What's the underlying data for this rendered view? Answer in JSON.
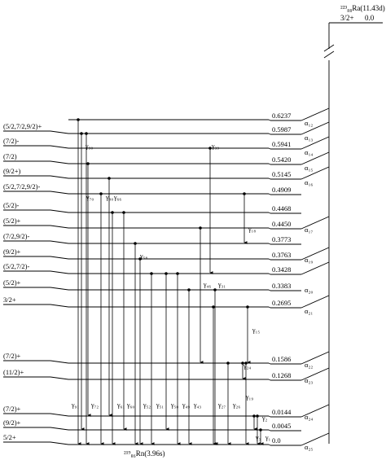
{
  "parent": {
    "nucleus": "²²³₈₈Ra(11.43d)",
    "spin": "3/2+",
    "energy": "0.0"
  },
  "daughter": {
    "nucleus": "²¹⁹₈₆Rn(3.96s)"
  },
  "levels": [
    {
      "spin": "",
      "energy": "0.6237",
      "alpha": "α₁₂"
    },
    {
      "spin": "(5/2,7/2,9/2)+",
      "energy": "0.5987",
      "alpha": "α₁₃"
    },
    {
      "spin": "(7/2)-",
      "energy": "0.5941",
      "alpha": "α₁₄"
    },
    {
      "spin": "(7/2)",
      "energy": "0.5420",
      "alpha": "α₁₅"
    },
    {
      "spin": "(9/2+)",
      "energy": "0.5145",
      "alpha": "α₁₆"
    },
    {
      "spin": "(5/2,7/2,9/2)-",
      "energy": "0.4909",
      "alpha": ""
    },
    {
      "spin": "(5/2)-",
      "energy": "0.4468",
      "alpha": ""
    },
    {
      "spin": "(5/2)+",
      "energy": "0.4450",
      "alpha": "α₁₇"
    },
    {
      "spin": "(7/2,9/2)-",
      "energy": "0.3773",
      "alpha": ""
    },
    {
      "spin": "(9/2)+",
      "energy": "0.3763",
      "alpha": "α₁₉"
    },
    {
      "spin": "(5/2,7/2)-",
      "energy": "0.3428",
      "alpha": "α₂₀"
    },
    {
      "spin": "(5/2)+",
      "energy": "0.3383",
      "alpha": ""
    },
    {
      "spin": "3/2+",
      "energy": "0.2695",
      "alpha": "α₂₁"
    },
    {
      "spin": "(7/2)+",
      "energy": "0.1586",
      "alpha": "α₂₂"
    },
    {
      "spin": "(11/2)+",
      "energy": "0.1268",
      "alpha": "α₂₃"
    },
    {
      "spin": "(7/2)+",
      "energy": "0.0144",
      "alpha": "α₂₄"
    },
    {
      "spin": "(9/2)+",
      "energy": "0.0045",
      "alpha": ""
    },
    {
      "spin": "5/2+",
      "energy": "0.0",
      "alpha": "α₂₅"
    }
  ],
  "gammas": [
    {
      "label": "γ₉₁",
      "from": "0.6237",
      "to": "0.0"
    },
    {
      "label": "γ₉₀",
      "from": "0.5987",
      "to": "0.0045"
    },
    {
      "label": "γ₇₂",
      "from": "0.5987",
      "to": "0.0"
    },
    {
      "label": "γ₇₀",
      "from": "0.4909",
      "to": "0.0"
    },
    {
      "label": "γ₈₀",
      "from": "0.5420",
      "to": "0.0144"
    },
    {
      "label": "γ₆₆",
      "from": "0.5145",
      "to": "0.0144"
    },
    {
      "label": "γ₆₁",
      "from": "0.4468",
      "to": "0.0"
    },
    {
      "label": "γ₆₀",
      "from": "0.4468",
      "to": "0.0045"
    },
    {
      "label": "γ₅₈",
      "from": "0.3773",
      "to": "0.0"
    },
    {
      "label": "γ₅₂",
      "from": "0.3763",
      "to": "0.0"
    },
    {
      "label": "γ₅₁",
      "from": "0.3428",
      "to": "0.0"
    },
    {
      "label": "γ₅₀",
      "from": "0.3428",
      "to": "0.0045"
    },
    {
      "label": "γ₄₉",
      "from": "0.3428",
      "to": "0.0"
    },
    {
      "label": "γ₄₆",
      "from": "0.4450",
      "to": "0.1586"
    },
    {
      "label": "γ₄₃",
      "from": "0.3383",
      "to": "0.0"
    },
    {
      "label": "γ₃₉",
      "from": "0.5941",
      "to": "0.3428"
    },
    {
      "label": "γ₃₁",
      "from": "0.3383",
      "to": "0.0"
    },
    {
      "label": "γ₂₇",
      "from": "0.2695",
      "to": "0.0"
    },
    {
      "label": "γ₂₆",
      "from": "0.1586",
      "to": "0.0"
    },
    {
      "label": "γ₂₄",
      "from": "0.1586",
      "to": "0.1268"
    },
    {
      "label": "γ₁₉",
      "from": "0.1586",
      "to": "0.0"
    },
    {
      "label": "γ₁₈",
      "from": "0.4909",
      "to": "0.3773"
    },
    {
      "label": "γ₁₅",
      "from": "0.2695",
      "to": "0.1586"
    },
    {
      "label": "γ₂",
      "from": "0.0144",
      "to": "0.0"
    },
    {
      "label": "γ₃",
      "from": "0.0144",
      "to": "0.0045"
    },
    {
      "label": "γ₁",
      "from": "0.0045",
      "to": "0.0"
    }
  ]
}
